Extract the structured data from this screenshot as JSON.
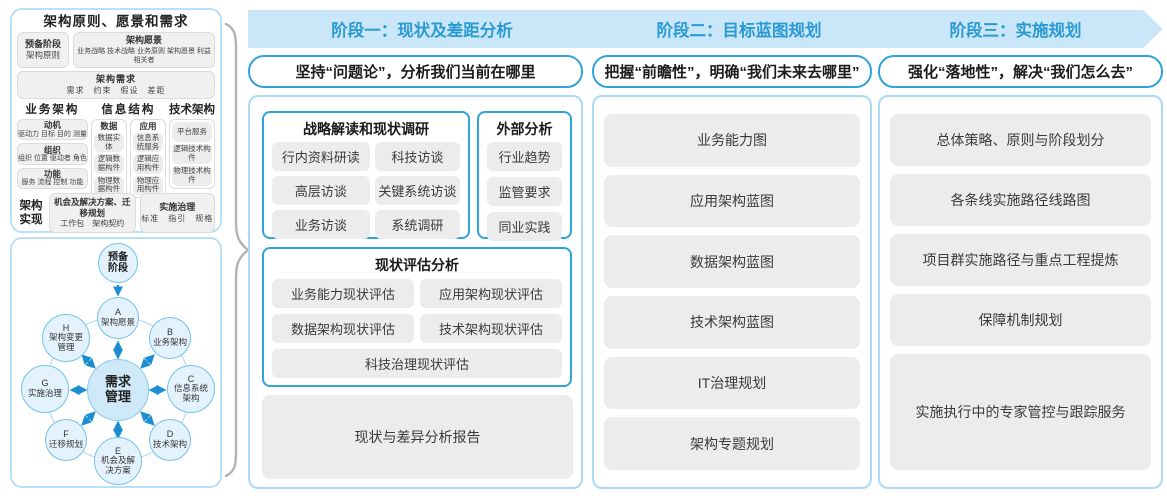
{
  "colors": {
    "accent_blue": "#2fa3da",
    "band_fill": "#c9e7f8",
    "band_text": "#2b9ad3",
    "light_border": "#abdaf3",
    "gray_box": "#ececec",
    "circle_fill": "#e3f2fc",
    "circle_border": "#74c2ea"
  },
  "left_panel": {
    "title": "架构原则、愿景和需求",
    "prep": {
      "title": "预备阶段",
      "sub": "架构原则"
    },
    "vision": {
      "title": "架构愿景",
      "sub": "业务战略 技术战略 业务原则 架构愿景 利益相关者"
    },
    "req": {
      "title": "架构需求",
      "sub": "需求　约束　假设　差距"
    },
    "biz": {
      "title": "业务架构",
      "items": [
        {
          "title": "动机",
          "sub": "驱动力 目标 目的 测量"
        },
        {
          "title": "组织",
          "sub": "组织 位置 驱动者 角色"
        },
        {
          "title": "功能",
          "sub": "服务 流程 控制 功能"
        }
      ]
    },
    "info": {
      "title": "信息结构",
      "data": {
        "title": "数据",
        "items": [
          "数据实体",
          "逻辑数据构件",
          "物理数据构件"
        ]
      },
      "app": {
        "title": "应用",
        "items": [
          "信息系统服务",
          "逻辑应用构件",
          "物理应用构件"
        ]
      }
    },
    "tech": {
      "title": "技术架构",
      "items": [
        "平台服务",
        "逻辑技术构件",
        "物理技术构件"
      ]
    },
    "impl": {
      "label": "架构实现",
      "box1": {
        "title": "机会及解决方案、迁移规划",
        "sub": "工作包　架构契约"
      },
      "box2": {
        "title": "实施治理",
        "sub": "标准　指引　规格"
      }
    }
  },
  "cycle": {
    "prep": "预备阶段",
    "center": "需求管理",
    "nodes": [
      {
        "letter": "A",
        "label": "架构愿景"
      },
      {
        "letter": "B",
        "label": "业务架构"
      },
      {
        "letter": "C",
        "label": "信息系统架构"
      },
      {
        "letter": "D",
        "label": "技术架构"
      },
      {
        "letter": "E",
        "label": "机会及解决方案"
      },
      {
        "letter": "F",
        "label": "迁移规划"
      },
      {
        "letter": "G",
        "label": "实施治理"
      },
      {
        "letter": "H",
        "label": "架构变更管理"
      }
    ]
  },
  "phases": [
    {
      "header": "阶段一：现状及差距分析",
      "slogan": "坚持“问题论”，分析我们当前在哪里",
      "groups": {
        "survey": {
          "title": "战略解读和现状调研",
          "items": [
            "行内资料研读",
            "科技访谈",
            "高层访谈",
            "关键系统访谈",
            "业务访谈",
            "系统调研"
          ]
        },
        "external": {
          "title": "外部分析",
          "items": [
            "行业趋势",
            "监管要求",
            "同业实践"
          ]
        },
        "assessment": {
          "title": "现状评估分析",
          "items": [
            "业务能力现状评估",
            "应用架构现状评估",
            "数据架构现状评估",
            "技术架构现状评估",
            "科技治理现状评估"
          ]
        },
        "report": "现状与差异分析报告"
      }
    },
    {
      "header": "阶段二：目标蓝图规划",
      "slogan": "把握“前瞻性”，明确“我们未来去哪里”",
      "items": [
        "业务能力图",
        "应用架构蓝图",
        "数据架构蓝图",
        "技术架构蓝图",
        "IT治理规划",
        "架构专题规划"
      ]
    },
    {
      "header": "阶段三：实施规划",
      "slogan": "强化“落地性”，解决“我们怎么去”",
      "items": [
        "总体策略、原则与阶段划分",
        "各条线实施路径线路图",
        "项目群实施路径与重点工程提炼",
        "保障机制规划",
        "实施执行中的专家管控与跟踪服务"
      ]
    }
  ]
}
